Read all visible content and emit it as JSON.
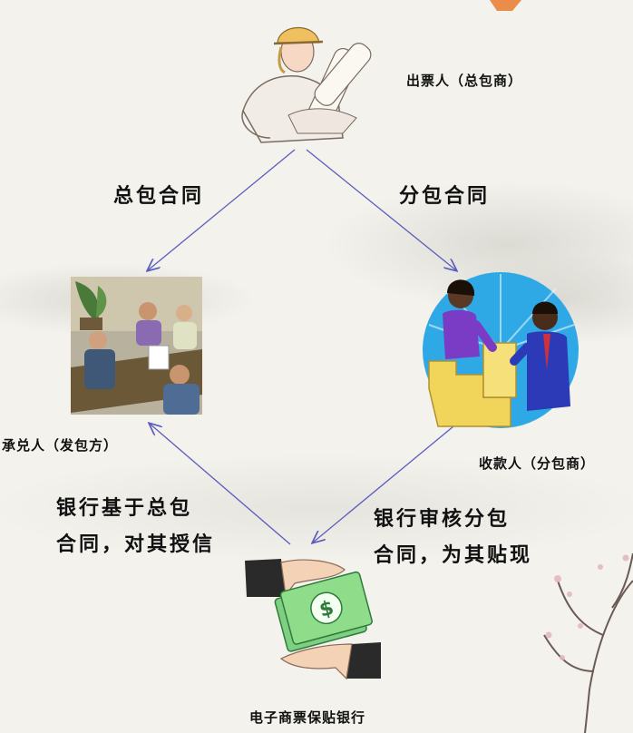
{
  "nodes": {
    "drawer": {
      "label": "出票人（总包商）",
      "icon": "architect-with-blueprints-icon"
    },
    "acceptor": {
      "label": "承兑人（发包方）",
      "icon": "business-meeting-icon"
    },
    "payee": {
      "label": "收款人（分包商）",
      "icon": "handshake-gold-bar-icon"
    },
    "bank": {
      "label": "电子商票保贴银行",
      "icon": "money-exchange-hands-icon"
    }
  },
  "edges": {
    "general_contract": "总包合同",
    "sub_contract": "分包合同",
    "credit_line1": "银行基于总包",
    "credit_line2": "合同，对其授信",
    "discount_line1": "银行审核分包",
    "discount_line2": "合同，为其贴现"
  },
  "colors": {
    "arrow": "#5a5cc0",
    "background": "#f3f2ec"
  }
}
